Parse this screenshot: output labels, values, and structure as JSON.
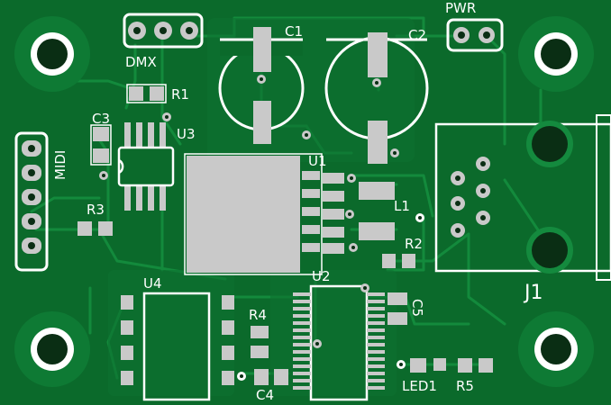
{
  "board": {
    "colors": {
      "substrate": "#0b6a2b",
      "trace": "#148a3e",
      "pad": "#c9c9c9",
      "silkscreen": "#ffffff",
      "hole": "#0a2e14",
      "copper_ring": "#14833a"
    }
  },
  "labels": {
    "dmx": "DMX",
    "pwr": "PWR",
    "midi": "MIDI",
    "c1": "C1",
    "c2": "C2",
    "c3": "C3",
    "c4": "C4",
    "c5": "C5",
    "r1": "R1",
    "r2": "R2",
    "r3": "R3",
    "r4": "R4",
    "r5": "R5",
    "u1": "U1",
    "u2": "U2",
    "u3": "U3",
    "u4": "U4",
    "l1": "L1",
    "j1": "J1",
    "led1": "LED1"
  }
}
